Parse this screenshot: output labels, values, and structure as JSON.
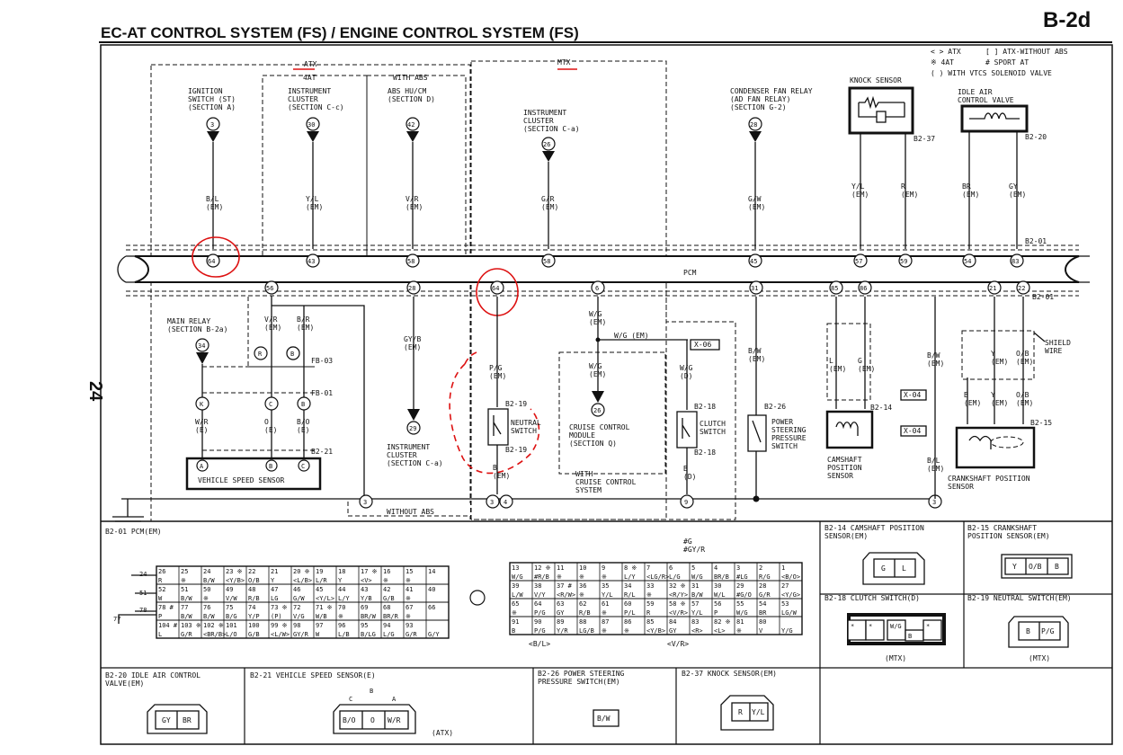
{
  "header": {
    "title": "EC-AT CONTROL SYSTEM (FS) / ENGINE CONTROL SYSTEM (FS)",
    "page_code": "B-2d",
    "page_number": "24"
  },
  "legend": {
    "atx": "< >  ATX",
    "atx_without_abs": "[ ]  ATX-WITHOUT ABS",
    "fourat": "※  4AT",
    "sport_at": "#  SPORT AT",
    "vtcs": "( )  WITH VTCS SOLENOID VALVE"
  },
  "groups": {
    "atx": "ATX",
    "fourat": "4AT",
    "with_abs": "WITH ABS",
    "mtx": "MTX",
    "without_abs": "WITHOUT ABS",
    "with_cruise": "WITH\nCRUISE CONTROL\nSYSTEM"
  },
  "top_sources": [
    {
      "name": "IGNITION\nSWITCH (ST)\n(SECTION A)",
      "num": "3",
      "wire": "B/L\n(EM)",
      "pcm_pin": "64"
    },
    {
      "name": "INSTRUMENT\nCLUSTER\n(SECTION C-c)",
      "num": "30",
      "wire": "Y/L\n(EM)",
      "pcm_pin": "43"
    },
    {
      "name": "ABS HU/CM\n(SECTION D)",
      "num": "42",
      "wire": "V/R\n(EM)",
      "pcm_pin": "58"
    },
    {
      "name": "INSTRUMENT\nCLUSTER\n(SECTION C-a)",
      "num": "26",
      "wire": "G/R\n(EM)",
      "pcm_pin": "58"
    },
    {
      "name": "CONDENSER FAN RELAY\n(AD FAN RELAY)\n(SECTION G-2)",
      "num": "28",
      "wire": "G/W\n(EM)",
      "pcm_pin": "45"
    }
  ],
  "knock_sensor": {
    "label": "KNOCK SENSOR",
    "conn": "B2-37",
    "wires": [
      "Y/L\n(EM)",
      "R\n(EM)"
    ],
    "pins": [
      "57",
      "59"
    ]
  },
  "iac_valve": {
    "label": "IDLE AIR\nCONTROL VALVE",
    "conn": "B2-20",
    "wires": [
      "BR\n(EM)",
      "GY\n(EM)"
    ],
    "pins": [
      "54",
      "83"
    ]
  },
  "pcm": {
    "label": "PCM",
    "conn_upper": "B2-01",
    "conn_lower": "B2-01"
  },
  "lower": {
    "pins": [
      "56",
      "28",
      "64",
      "6",
      "31",
      "85",
      "86",
      "21",
      "22"
    ],
    "main_relay": {
      "label": "MAIN RELAY\n(SECTION B-2a)",
      "num": "34"
    },
    "vss_wires": [
      {
        "label": "V/R\n(EM)",
        "alpha": "R",
        "lower": "W/R\n(E)",
        "pin": "K"
      },
      {
        "label": "B/R\n(EM)",
        "alpha": "C",
        "lower": "O\n(E)",
        "pin": "C"
      },
      {
        "label": "",
        "alpha": "B",
        "lower": "B/O\n(E)",
        "pin": "B"
      }
    ],
    "fb03": "FB-03",
    "fb01": "FB-01",
    "b221": "B2-21",
    "vss": "VEHICLE SPEED SENSOR",
    "vss_pins": [
      "A",
      "B",
      "C"
    ],
    "ic_wire": "GY/B\n(EM)",
    "ic_num": "29",
    "ic_label": "INSTRUMENT\nCLUSTER\n(SECTION C-a)",
    "neutral": {
      "wire_top": "P/G\n(EM)",
      "conn": "B2-19",
      "label": "NEUTRAL\nSWITCH",
      "wire_bot": "B\n(EM)"
    },
    "cruise": {
      "wire": "W/G\n(EM)",
      "wire2": "W/G (EM)",
      "num": "26",
      "label": "CRUISE CONTROL\nMODULE\n(SECTION Q)",
      "x06": "X-06"
    },
    "clutch": {
      "wire_top": "W/G\n(D)",
      "conn": "B2-18",
      "label": "CLUTCH\nSWITCH",
      "wire_bot": "B\n(D)"
    },
    "ps": {
      "wire": "B/W\n(EM)",
      "conn": "B2-26",
      "label": "POWER\nSTEERING\nPRESSURE\nSWITCH"
    },
    "cam": {
      "wires": [
        "L\n(EM)",
        "G\n(EM)"
      ],
      "conn": "B2-14",
      "label": "CAMSHAFT\nPOSITION\nSENSOR"
    },
    "x04": "X-04",
    "shield": "SHIELD\nWIRE",
    "crank": {
      "wires": [
        "B\n(EM)",
        "Y\n(EM)",
        "O/B\n(EM)"
      ],
      "upper": [
        "Y\n(EM)",
        "O/B\n(EM)"
      ],
      "conn": "B2-15",
      "label": "CRANKSHAFT POSITION\nSENSOR"
    },
    "bw_wire": "B/W\n(EM)",
    "bl_wire": "B/L\n(EM)",
    "grounds": [
      "3",
      "3",
      "4",
      "9",
      "3"
    ]
  },
  "connectors": {
    "b201": {
      "title": "B2-01 PCM(EM)",
      "sides": [
        "24",
        "51",
        "78",
        "77"
      ],
      "below": [
        "<B/L>",
        "<V/R>"
      ],
      "hash_label": "#G\n#GY/R"
    },
    "b214": {
      "title": "B2-14 CAMSHAFT POSITION\nSENSOR(EM)",
      "pins": [
        "G",
        "L"
      ]
    },
    "b215": {
      "title": "B2-15 CRANKSHAFT\nPOSITION SENSOR(EM)",
      "pins": [
        "Y",
        "O/B",
        "B"
      ]
    },
    "b218": {
      "title": "B2-18 CLUTCH SWITCH(D)",
      "pins": [
        "*",
        "*",
        "W/G",
        "B",
        "*"
      ],
      "note": "(MTX)"
    },
    "b219": {
      "title": "B2-19 NEUTRAL SWITCH(EM)",
      "pins": [
        "B",
        "P/G"
      ],
      "note": "(MTX)"
    },
    "b220": {
      "title": "B2-20 IDLE AIR CONTROL\nVALVE(EM)",
      "pins": [
        "GY",
        "BR"
      ]
    },
    "b221": {
      "title": "B2-21 VEHICLE SPEED SENSOR(E)",
      "letters": [
        "C",
        "B",
        "A"
      ],
      "pins": [
        "B/O",
        "O",
        "W/R"
      ],
      "note": "(ATX)"
    },
    "b226": {
      "title": "B2-26 POWER STEERING\nPRESSURE SWITCH(EM)",
      "pins": [
        "B/W"
      ]
    },
    "b237": {
      "title": "B2-37 KNOCK SENSOR(EM)",
      "pins": [
        "R",
        "Y/L"
      ]
    }
  },
  "pcm_grid_left": [
    [
      "26",
      "25",
      "24",
      "23 ※",
      "22",
      "21",
      "20 ※",
      "19",
      "18",
      "17 ※",
      "16",
      "15",
      "14"
    ],
    [
      "R",
      "※",
      "B/W",
      "<Y/B>",
      "O/B",
      "Y",
      "<L/B>",
      "L/R",
      "Y",
      "<V>",
      "※",
      "※",
      ""
    ],
    [
      "52",
      "51",
      "50",
      "49",
      "48",
      "47",
      "46",
      "45",
      "44",
      "43",
      "42",
      "41",
      "40"
    ],
    [
      "W",
      "B/W",
      "※",
      "V/W",
      "R/B",
      "LG",
      "G/W",
      "<Y/L>",
      "L/Y",
      "Y/B",
      "G/B",
      "※",
      ""
    ],
    [
      "78 #",
      "77",
      "76",
      "75",
      "74",
      "73 ※",
      "72",
      "71 ※",
      "70",
      "69",
      "68",
      "67",
      "66"
    ],
    [
      "P",
      "B/W",
      "B/W",
      "B/G",
      "Y/P",
      "(P)",
      "V/G",
      "W/B",
      "※",
      "BR/W",
      "BR/R",
      "※",
      ""
    ],
    [
      "104 #",
      "103 ※",
      "102 ※",
      "101",
      "100",
      "99 ※",
      "98",
      "97",
      "96",
      "95",
      "94",
      "93",
      ""
    ],
    [
      "L",
      "G/R",
      "<BR/B>",
      "L/O",
      "G/B",
      "<L/W>",
      "GY/R",
      "W",
      "L/B",
      "B/LG",
      "L/G",
      "G/R",
      "G/Y"
    ]
  ],
  "pcm_grid_right": [
    [
      "13",
      "12 ※",
      "11",
      "10",
      "9",
      "8 ※",
      "7",
      "6",
      "5",
      "4",
      "3",
      "2",
      "1"
    ],
    [
      "W/G",
      "#R/B",
      "※",
      "※",
      "※",
      "L/Y",
      "<LG/R>",
      "L/G",
      "W/G",
      "BR/B",
      "#LG",
      "R/G",
      "<B/O>"
    ],
    [
      "39",
      "38",
      "37 #",
      "36",
      "35",
      "34",
      "33",
      "32 ※",
      "31",
      "30",
      "29",
      "28",
      "27"
    ],
    [
      "L/W",
      "V/Y",
      "<R/W>",
      "※",
      "Y/L",
      "R/L",
      "※",
      "<R/Y>",
      "B/W",
      "W/L",
      "#G/O",
      "G/R",
      "<Y/G>"
    ],
    [
      "65",
      "64",
      "63",
      "62",
      "61",
      "60",
      "59",
      "58 ※",
      "57",
      "56",
      "55",
      "54",
      "53"
    ],
    [
      "※",
      "P/G",
      "GY",
      "R/B",
      "※",
      "P/L",
      "R",
      "<V/R>",
      "Y/L",
      "P",
      "W/G",
      "BR",
      "LG/W"
    ],
    [
      "91",
      "90",
      "89",
      "88",
      "87",
      "86",
      "85",
      "84",
      "83",
      "82 ※",
      "81",
      "80",
      ""
    ],
    [
      "B",
      "P/G",
      "Y/R",
      "LG/B",
      "※",
      "※",
      "<Y/B>",
      "GY",
      "<R>",
      "<L>",
      "※",
      "V",
      "Y/G"
    ]
  ]
}
